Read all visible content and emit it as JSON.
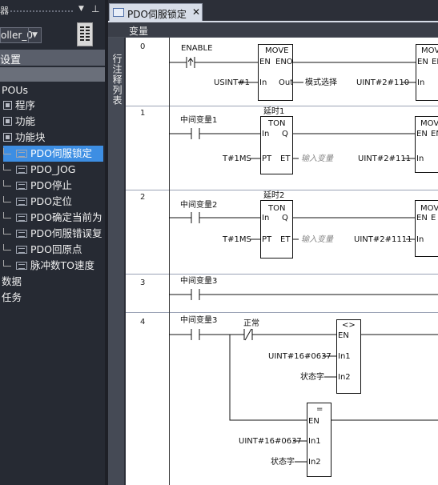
{
  "navigator": {
    "title_fragment": "器",
    "controller_value": "oller_0",
    "settings_label": "设置",
    "items": [
      {
        "label": "POUs"
      },
      {
        "label": "程序"
      },
      {
        "label": "功能"
      },
      {
        "label": "功能块"
      },
      {
        "label": "PDO伺服锁定",
        "selected": true
      },
      {
        "label": "PDO_JOG"
      },
      {
        "label": "PDO停止"
      },
      {
        "label": "PDO定位"
      },
      {
        "label": "PDO确定当前为"
      },
      {
        "label": "PDO伺服错误复"
      },
      {
        "label": "PDO回原点"
      },
      {
        "label": "脉冲数TO速度"
      },
      {
        "label": "数据"
      },
      {
        "label": "任务"
      }
    ]
  },
  "editor": {
    "tab_label": "PDO伺服锁定",
    "close_glyph": "✕",
    "variable_bar_label": "变量",
    "comment_strip_label": "行注释列表"
  },
  "ladder": {
    "rungs": [
      {
        "number": "0",
        "contact": "ENABLE",
        "block1": {
          "type": "MOVE",
          "en": "EN",
          "eno": "ENO",
          "in": "In",
          "out": "Out",
          "in_value": "USINT#1",
          "out_value": "模式选择"
        },
        "block2": {
          "type": "MOVE",
          "en": "EN",
          "eno": "ENO",
          "in": "In",
          "in_value": "UINT#2#110"
        }
      },
      {
        "number": "1",
        "contact": "中间变量1",
        "timer": {
          "instance": "延时1",
          "type": "TON",
          "in": "In",
          "q": "Q",
          "pt": "PT",
          "et": "ET",
          "pt_value": "T#1MS",
          "et_value": "输入变量"
        },
        "block2": {
          "type": "MOVE",
          "en": "EN",
          "eno": "EN",
          "in": "In",
          "in_value": "UINT#2#111"
        }
      },
      {
        "number": "2",
        "contact": "中间变量2",
        "timer": {
          "instance": "延时2",
          "type": "TON",
          "in": "In",
          "q": "Q",
          "pt": "PT",
          "et": "ET",
          "pt_value": "T#1MS",
          "et_value": "输入变量"
        },
        "block2": {
          "type": "MOV",
          "en": "EN",
          "eno": "E",
          "in": "In",
          "in_value": "UINT#2#1111"
        }
      },
      {
        "number": "3",
        "contact": "中间变量3"
      },
      {
        "number": "4",
        "contact": "中间变量3",
        "contact2": "正常",
        "compare_ne": {
          "type": "<>",
          "en": "EN",
          "in1": "In1",
          "in2": "In2",
          "in1_value": "UINT#16#0637",
          "in2_value": "状态字"
        },
        "compare_eq": {
          "type": "=",
          "en": "EN",
          "in1": "In1",
          "in2": "In2",
          "in1_value": "UINT#16#0637",
          "in2_value": "状态字"
        }
      }
    ]
  },
  "colors": {
    "selection": "#3d8ee3",
    "dark_background": "#2c2f38",
    "ladder_background": "#ffffff"
  }
}
